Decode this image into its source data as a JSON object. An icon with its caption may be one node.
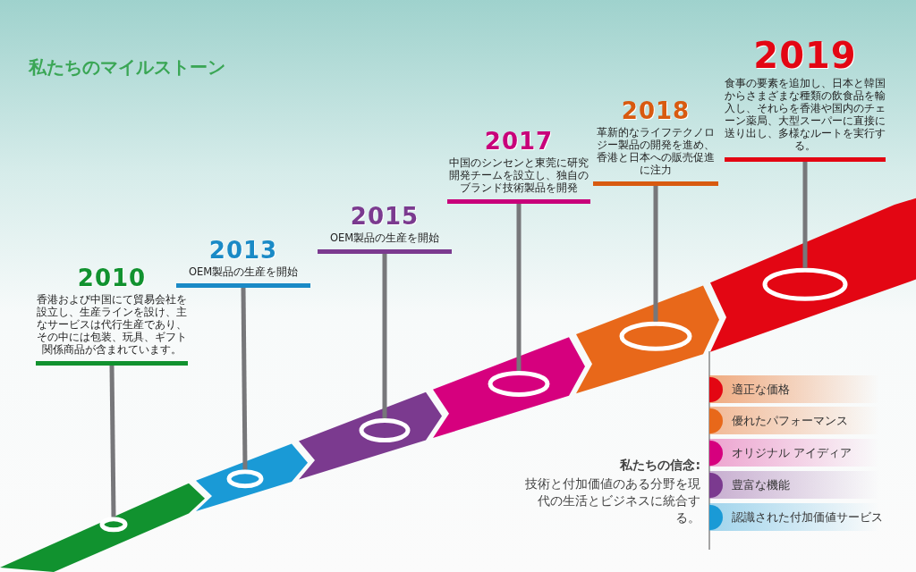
{
  "diagram": {
    "title": "私たちのマイルストーン",
    "nodes": [
      {
        "text": [
          "2010",
          "香港および中国にて貿易会社を設立し、生産ラインを設け、主なサービスは代行生産であり、その中には包装、玩具、ギフト関係商品が含まれています。"
        ]
      },
      {
        "text": [
          "2013",
          "OEM製品の生産を開始"
        ]
      },
      {
        "text": [
          "2015",
          "OEM製品の生産を開始"
        ]
      },
      {
        "text": [
          "2017",
          "中国のシンセンと東莞に研究開発チームを設立し、独自のブランド技術製品を開発"
        ]
      },
      {
        "text": [
          "2018",
          "革新的なライフテクノロジー製品の開発を進め、香港と日本への販売促進に注力"
        ]
      },
      {
        "text": [
          "2019",
          "食事の要素を追加し、日本と韓国からさまざまな種類の飲食品を輸入し、それらを香港や国内のチェーン薬局、大型スーパーに直接に送り出し、多様なルートを実行する。"
        ]
      },
      {
        "text": [],
        "shape": "circle"
      },
      {
        "text": [],
        "shape": "circle"
      },
      {
        "text": [],
        "shape": "circle"
      },
      {
        "text": [],
        "shape": "circle"
      },
      {
        "text": [],
        "shape": "circle"
      },
      {
        "text": [],
        "shape": "circle"
      },
      {
        "text": [
          "適正な価格"
        ]
      },
      {
        "text": [
          "優れたパフォーマンス"
        ]
      },
      {
        "text": [
          "オリジナル アイディア"
        ]
      },
      {
        "text": [
          "豊富な機能"
        ]
      },
      {
        "text": [
          "認識された付加価値サービス"
        ]
      }
    ],
    "edges": [
      {
        "from": 0,
        "to": 6,
        "arrow": "none"
      },
      {
        "from": 1,
        "to": 7,
        "arrow": "none"
      },
      {
        "from": 2,
        "to": 8,
        "arrow": "none"
      },
      {
        "from": 3,
        "to": 9,
        "arrow": "none"
      },
      {
        "from": 4,
        "to": 10,
        "arrow": "none"
      },
      {
        "from": 5,
        "to": 11,
        "arrow": "none"
      }
    ],
    "labels": [
      "私たちの信念:",
      "技術と付加価値のある分野を現代の生活とビジネスに統合する。"
    ]
  }
}
